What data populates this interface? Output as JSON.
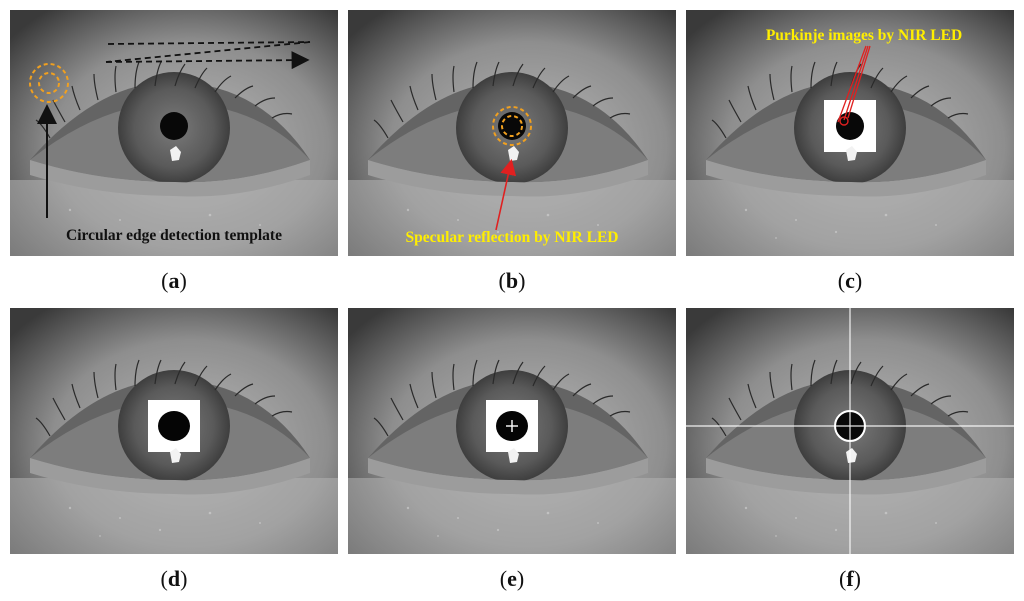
{
  "figure": {
    "panels": [
      {
        "id": "a",
        "label": "a",
        "annotation": "Circular edge detection template",
        "annotation_color": "#111111"
      },
      {
        "id": "b",
        "label": "b",
        "annotation": "Specular reflection by NIR LED",
        "annotation_color": "#ffee00"
      },
      {
        "id": "c",
        "label": "c",
        "annotation": "Purkinje images by NIR LED",
        "annotation_color": "#ffee00"
      },
      {
        "id": "d",
        "label": "d"
      },
      {
        "id": "e",
        "label": "e"
      },
      {
        "id": "f",
        "label": "f"
      }
    ],
    "colors": {
      "template_circle": "#f0a020",
      "arrow_red": "#e02020",
      "crosshair": "#ffffff"
    }
  }
}
